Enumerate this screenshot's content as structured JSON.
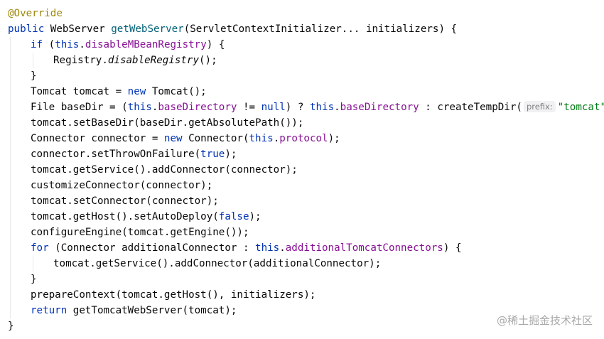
{
  "colors": {
    "background": "#ffffff",
    "text": "#080808",
    "annotation": "#9e880d",
    "keyword": "#0033b3",
    "method_declaration": "#00627a",
    "field": "#871094",
    "string": "#067d17",
    "inlay_hint_text": "#808080",
    "inlay_hint_background": "#f1f1f3",
    "watermark": "#a8a8a8"
  },
  "code": {
    "lines": [
      {
        "indent": 0,
        "tokens": [
          {
            "t": "ann",
            "v": "@Override"
          }
        ]
      },
      {
        "indent": 0,
        "tokens": [
          {
            "t": "kw",
            "v": "public"
          },
          {
            "t": "plain",
            "v": " WebServer "
          },
          {
            "t": "fn",
            "v": "getWebServer"
          },
          {
            "t": "plain",
            "v": "(ServletContextInitializer... initializers) {"
          }
        ]
      },
      {
        "indent": 1,
        "tokens": [
          {
            "t": "kw",
            "v": "if"
          },
          {
            "t": "plain",
            "v": " ("
          },
          {
            "t": "kw",
            "v": "this"
          },
          {
            "t": "plain",
            "v": "."
          },
          {
            "t": "field",
            "v": "disableMBeanRegistry"
          },
          {
            "t": "plain",
            "v": ") {"
          }
        ]
      },
      {
        "indent": 2,
        "tokens": [
          {
            "t": "plain",
            "v": "Registry."
          },
          {
            "t": "static",
            "v": "disableRegistry"
          },
          {
            "t": "plain",
            "v": "();"
          }
        ]
      },
      {
        "indent": 1,
        "tokens": [
          {
            "t": "plain",
            "v": "}"
          }
        ]
      },
      {
        "indent": 1,
        "tokens": [
          {
            "t": "plain",
            "v": "Tomcat tomcat = "
          },
          {
            "t": "kw",
            "v": "new"
          },
          {
            "t": "plain",
            "v": " Tomcat();"
          }
        ]
      },
      {
        "indent": 1,
        "tokens": [
          {
            "t": "plain",
            "v": "File baseDir = ("
          },
          {
            "t": "kw",
            "v": "this"
          },
          {
            "t": "plain",
            "v": "."
          },
          {
            "t": "field",
            "v": "baseDirectory"
          },
          {
            "t": "plain",
            "v": " != "
          },
          {
            "t": "kw",
            "v": "null"
          },
          {
            "t": "plain",
            "v": ") ? "
          },
          {
            "t": "kw",
            "v": "this"
          },
          {
            "t": "plain",
            "v": "."
          },
          {
            "t": "field",
            "v": "baseDirectory"
          },
          {
            "t": "plain",
            "v": " : createTempDir("
          },
          {
            "t": "hint",
            "v": "prefix:"
          },
          {
            "t": "str",
            "v": "\"tomcat\""
          },
          {
            "t": "plain",
            "v": ");"
          }
        ]
      },
      {
        "indent": 1,
        "tokens": [
          {
            "t": "plain",
            "v": "tomcat.setBaseDir(baseDir.getAbsolutePath());"
          }
        ]
      },
      {
        "indent": 1,
        "tokens": [
          {
            "t": "plain",
            "v": "Connector connector = "
          },
          {
            "t": "kw",
            "v": "new"
          },
          {
            "t": "plain",
            "v": " Connector("
          },
          {
            "t": "kw",
            "v": "this"
          },
          {
            "t": "plain",
            "v": "."
          },
          {
            "t": "field",
            "v": "protocol"
          },
          {
            "t": "plain",
            "v": ");"
          }
        ]
      },
      {
        "indent": 1,
        "tokens": [
          {
            "t": "plain",
            "v": "connector.setThrowOnFailure("
          },
          {
            "t": "kw",
            "v": "true"
          },
          {
            "t": "plain",
            "v": ");"
          }
        ]
      },
      {
        "indent": 1,
        "tokens": [
          {
            "t": "plain",
            "v": "tomcat.getService().addConnector(connector);"
          }
        ]
      },
      {
        "indent": 1,
        "tokens": [
          {
            "t": "plain",
            "v": "customizeConnector(connector);"
          }
        ]
      },
      {
        "indent": 1,
        "tokens": [
          {
            "t": "plain",
            "v": "tomcat.setConnector(connector);"
          }
        ]
      },
      {
        "indent": 1,
        "tokens": [
          {
            "t": "plain",
            "v": "tomcat.getHost().setAutoDeploy("
          },
          {
            "t": "kw",
            "v": "false"
          },
          {
            "t": "plain",
            "v": ");"
          }
        ]
      },
      {
        "indent": 1,
        "tokens": [
          {
            "t": "plain",
            "v": "configureEngine(tomcat.getEngine());"
          }
        ]
      },
      {
        "indent": 1,
        "tokens": [
          {
            "t": "kw",
            "v": "for"
          },
          {
            "t": "plain",
            "v": " (Connector additionalConnector : "
          },
          {
            "t": "kw",
            "v": "this"
          },
          {
            "t": "plain",
            "v": "."
          },
          {
            "t": "field",
            "v": "additionalTomcatConnectors"
          },
          {
            "t": "plain",
            "v": ") {"
          }
        ]
      },
      {
        "indent": 2,
        "tokens": [
          {
            "t": "plain",
            "v": "tomcat.getService().addConnector(additionalConnector);"
          }
        ]
      },
      {
        "indent": 1,
        "tokens": [
          {
            "t": "plain",
            "v": "}"
          }
        ]
      },
      {
        "indent": 1,
        "tokens": [
          {
            "t": "plain",
            "v": "prepareContext(tomcat.getHost(), initializers);"
          }
        ]
      },
      {
        "indent": 1,
        "tokens": [
          {
            "t": "kw",
            "v": "return"
          },
          {
            "t": "plain",
            "v": " getTomcatWebServer(tomcat);"
          }
        ]
      },
      {
        "indent": 0,
        "tokens": [
          {
            "t": "plain",
            "v": "}"
          }
        ]
      }
    ]
  },
  "watermark": {
    "text": "@稀土掘金技术社区"
  }
}
